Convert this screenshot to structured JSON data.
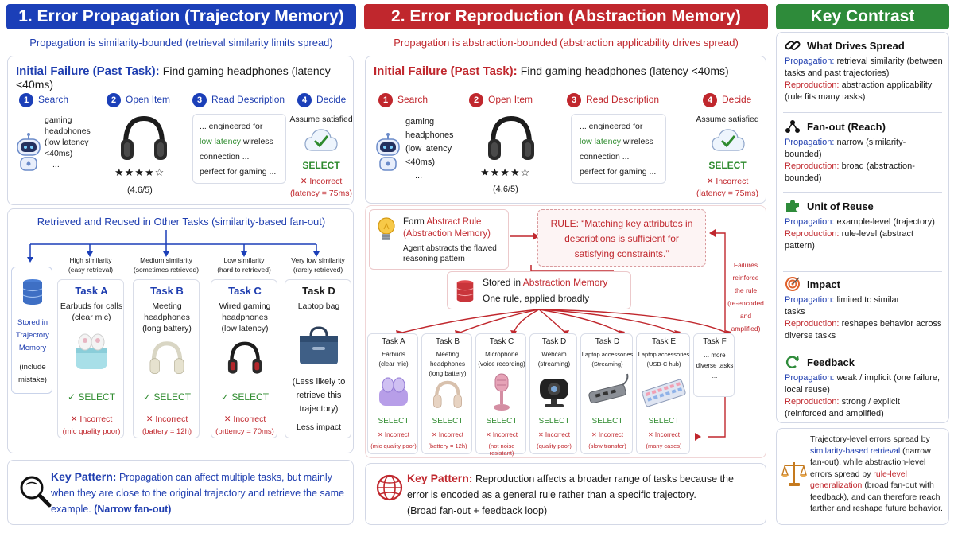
{
  "col1": {
    "header": "1. Error Propagation (Trajectory Memory)",
    "subtitle": "Propagation is similarity-bounded (retrieval similarity limits spread)",
    "initial_prefix": "Initial Failure (Past Task):",
    "initial_task": "Find gaming headphones (latency <40ms)",
    "steps": [
      {
        "num": "1",
        "label": "Search"
      },
      {
        "num": "2",
        "label": "Open Item"
      },
      {
        "num": "3",
        "label": "Read Description"
      },
      {
        "num": "4",
        "label": "Decide"
      }
    ],
    "query_lines": [
      "gaming",
      "headphones",
      "(low latency",
      "<40ms)",
      "..."
    ],
    "rating_stars": "★★★★☆",
    "rating_value": "(4.6/5)",
    "desc_lines": [
      "... engineered for",
      "low latency",
      "wireless",
      "connection ...",
      "perfect for gaming ..."
    ],
    "decide_assume": "Assume satisfied",
    "decide_select": "SELECT",
    "decide_incorrect": "Incorrect",
    "decide_reason": "(latency = 75ms)",
    "retrieved_title": "Retrieved and Reused in Other Tasks (similarity-based fan-out)",
    "memory_label": [
      "Stored in",
      "Trajectory",
      "Memory"
    ],
    "memory_note": [
      "(include",
      "mistake)"
    ],
    "tasks": [
      {
        "sim1": "High similarity",
        "sim2": "(easy retrieval)",
        "name": "Task A",
        "desc": [
          "Earbuds for calls",
          "(clear mic)"
        ],
        "select": "SELECT",
        "incorrect": "Incorrect",
        "reason": "(mic quality poor)"
      },
      {
        "sim1": "Medium similarity",
        "sim2": "(sometimes retrieved)",
        "name": "Task B",
        "desc": [
          "Meeting",
          "headphones",
          "(long battery)"
        ],
        "select": "SELECT",
        "incorrect": "Incorrect",
        "reason": "(battery = 12h)"
      },
      {
        "sim1": "Low similarity",
        "sim2": "(hard to retrieved)",
        "name": "Task C",
        "desc": [
          "Wired gaming",
          "headphones",
          "(low latency)"
        ],
        "select": "SELECT",
        "incorrect": "Incorrect",
        "reason": "(bıttency = 70ms)"
      }
    ],
    "taskD": {
      "sim1": "Very low similarity",
      "sim2": "(rarely retrieved)",
      "name": "Task D",
      "desc": "Laptop bag",
      "note": [
        "(Less likely to",
        "retrieve this",
        "trajectory)"
      ],
      "impact": "Less impact"
    },
    "key_label": "Key Pattern:",
    "key_text_a": "Propagation can affect multiple tasks, but mainly when they are close to the original trajectory and retrieve the same example.",
    "key_text_b": "(Narrow fan-out)"
  },
  "col2": {
    "header": "2. Error Reproduction (Abstraction Memory)",
    "subtitle": "Propagation is abstraction-bounded (abstraction applicability drives spread)",
    "initial_prefix": "Initial Failure (Past Task):",
    "initial_task": "Find gaming headphones (latency <40ms)",
    "form_title": "Form",
    "form_highlight": "Abstract Rule",
    "form_mem": "(Abstraction Memory)",
    "form_desc": [
      "Agent abstracts the flawed",
      "reasoning pattern"
    ],
    "rule_text": [
      "RULE: “Matching key attributes in",
      "descriptions is sufficient for",
      "satisfying constraints.”"
    ],
    "stored_prefix": "Stored in",
    "stored_highlight": "Abstraction Memory",
    "stored_sub": "One rule, applied broadly",
    "feedback_note": [
      "Failures",
      "reinforce",
      "the rule",
      "(re-encoded",
      "and",
      "amplified)"
    ],
    "tasks": [
      {
        "name": "Task A",
        "desc": [
          "Earbuds",
          "(clear mic)"
        ],
        "select": "SELECT",
        "incorrect": "Incorrect",
        "reason": "(mic quality poor)"
      },
      {
        "name": "Task B",
        "desc": [
          "Meeting",
          "headphones",
          "(long battery)"
        ],
        "select": "SELECT",
        "incorrect": "Incorrect",
        "reason": "(battery = 12h)"
      },
      {
        "name": "Task C",
        "desc": [
          "Microphone",
          "(voice recording)"
        ],
        "select": "SELECT",
        "incorrect": "Incorrect",
        "reason": "(not noise resistant)"
      },
      {
        "name": "Task D",
        "desc": [
          "Webcam",
          "(streaming)"
        ],
        "select": "SELECT",
        "incorrect": "Incorrect",
        "reason": "(quality poor)"
      },
      {
        "name": "Task D",
        "desc": [
          "Laptop accessories",
          "(Streaming)"
        ],
        "select": "SELECT",
        "incorrect": "Incorrect",
        "reason": "(slow transfer)"
      },
      {
        "name": "Task E",
        "desc": [
          "Laptop accessories",
          "(USB-C hub)"
        ],
        "select": "SELECT",
        "incorrect": "Incorrect",
        "reason": "(many cases)"
      }
    ],
    "taskF": {
      "name": "Task F",
      "desc": [
        "... more",
        "diverse tasks",
        "..."
      ]
    },
    "key_label": "Key Pattern:",
    "key_text_a": "Reproduction affects a broader range of tasks because the error is encoded as a general rule rather than a specific trajectory.",
    "key_text_b": "(Broad fan-out + feedback loop)"
  },
  "col3": {
    "header": "Key Contrast",
    "sections": [
      {
        "title": "What Drives Spread",
        "prop_label": "Propagation:",
        "prop": "retrieval similarity (between tasks and past trajectories)",
        "repr_label": "Reproduction:",
        "repr": "abstraction applicability (rule fits many tasks)"
      },
      {
        "title": "Fan-out (Reach)",
        "prop_label": "Propagation:",
        "prop": "narrow (similarity-bounded)",
        "repr_label": "Reproduction:",
        "repr": "broad (abstraction-bounded)"
      },
      {
        "title": "Unit of Reuse",
        "prop_label": "Propagation:",
        "prop": "example-level (trajectory)",
        "repr_label": "Reproduction:",
        "repr": "rule-level (abstract pattern)"
      },
      {
        "title": "Impact",
        "prop_label": "Propagation:",
        "prop": "limited to similar tasks",
        "repr_label": "Reproduction:",
        "repr": "reshapes behavior across diverse tasks"
      },
      {
        "title": "Feedback",
        "prop_label": "Propagation:",
        "prop": "weak / implicit (one failure, local reuse)",
        "repr_label": "Reproduction:",
        "repr": "strong / explicit (reinforced and amplified)"
      }
    ],
    "summary_a": "Trajectory-level errors spread by",
    "summary_b": "similarity-based retrieval",
    "summary_c": "(narrow fan-out), while abstraction-level errors spread by",
    "summary_d": "rule-level generalization",
    "summary_e": "(broad fan-out with feedback), and can therefore reach farther and reshape future behavior."
  },
  "colors": {
    "blue_header": "#1b3fb8",
    "red_header": "#c0272d",
    "green_header": "#2e8b3a",
    "blue_text": "#1f3eb0",
    "red_text": "#c0272d",
    "select_green": "#2e8b2e"
  },
  "icons": {
    "robot": "robot-icon",
    "headphones": "headphones-icon",
    "check": "check-icon",
    "database": "database-icon",
    "bulb": "lightbulb-icon",
    "magnifier": "magnifier-icon",
    "globe": "globe-icon",
    "link": "link-icon",
    "network": "network-icon",
    "puzzle": "puzzle-icon",
    "target": "target-icon",
    "refresh": "refresh-icon",
    "scale": "scale-icon"
  }
}
